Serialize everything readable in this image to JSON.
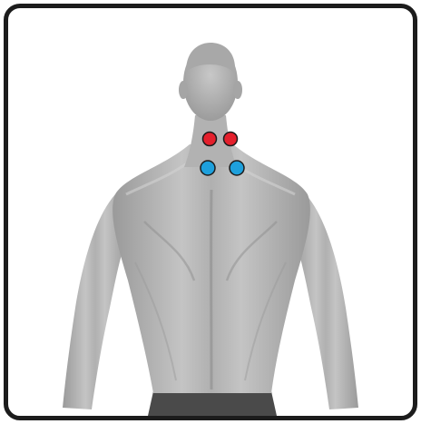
{
  "illustration": {
    "subject": "back-figure",
    "colors": {
      "frame": "#1c1c1c",
      "skin": "#b4b4b4",
      "skin_shadow": "#8e8e8e",
      "skin_highlight": "#d2d2d2",
      "trousers": "#4a4a4a"
    }
  },
  "markers": {
    "upper": {
      "color": "#e4202c",
      "count": 2
    },
    "lower": {
      "color": "#1ea0dc",
      "count": 2
    }
  }
}
